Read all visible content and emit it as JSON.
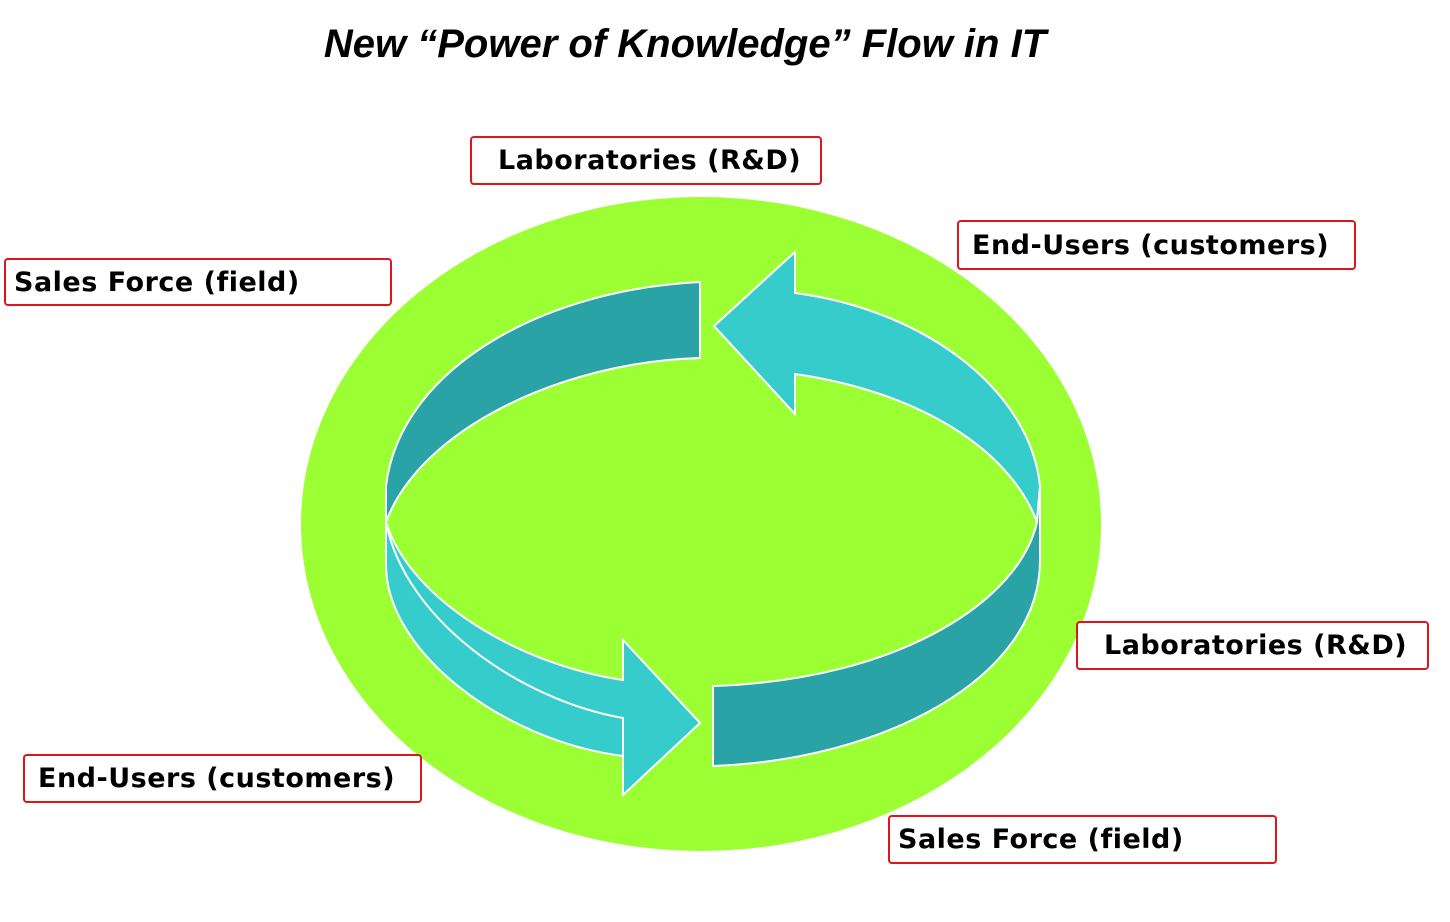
{
  "title": "New “Power of Knowledge” Flow in IT",
  "labels": {
    "laboratories_top": "Laboratories (R&D)",
    "end_users_top": "End-Users (customers)",
    "sales_force_left": "Sales Force (field)",
    "laboratories_right": "Laboratories (R&D)",
    "end_users_left": "End-Users (customers)",
    "sales_force_right": "Sales Force (field)"
  },
  "colors": {
    "ellipse_fill": "#9cff33",
    "arrow_light": "#36cccb",
    "arrow_dark": "#2aa3a6",
    "arrow_outline": "#ffffff",
    "box_border": "#e0141c"
  }
}
